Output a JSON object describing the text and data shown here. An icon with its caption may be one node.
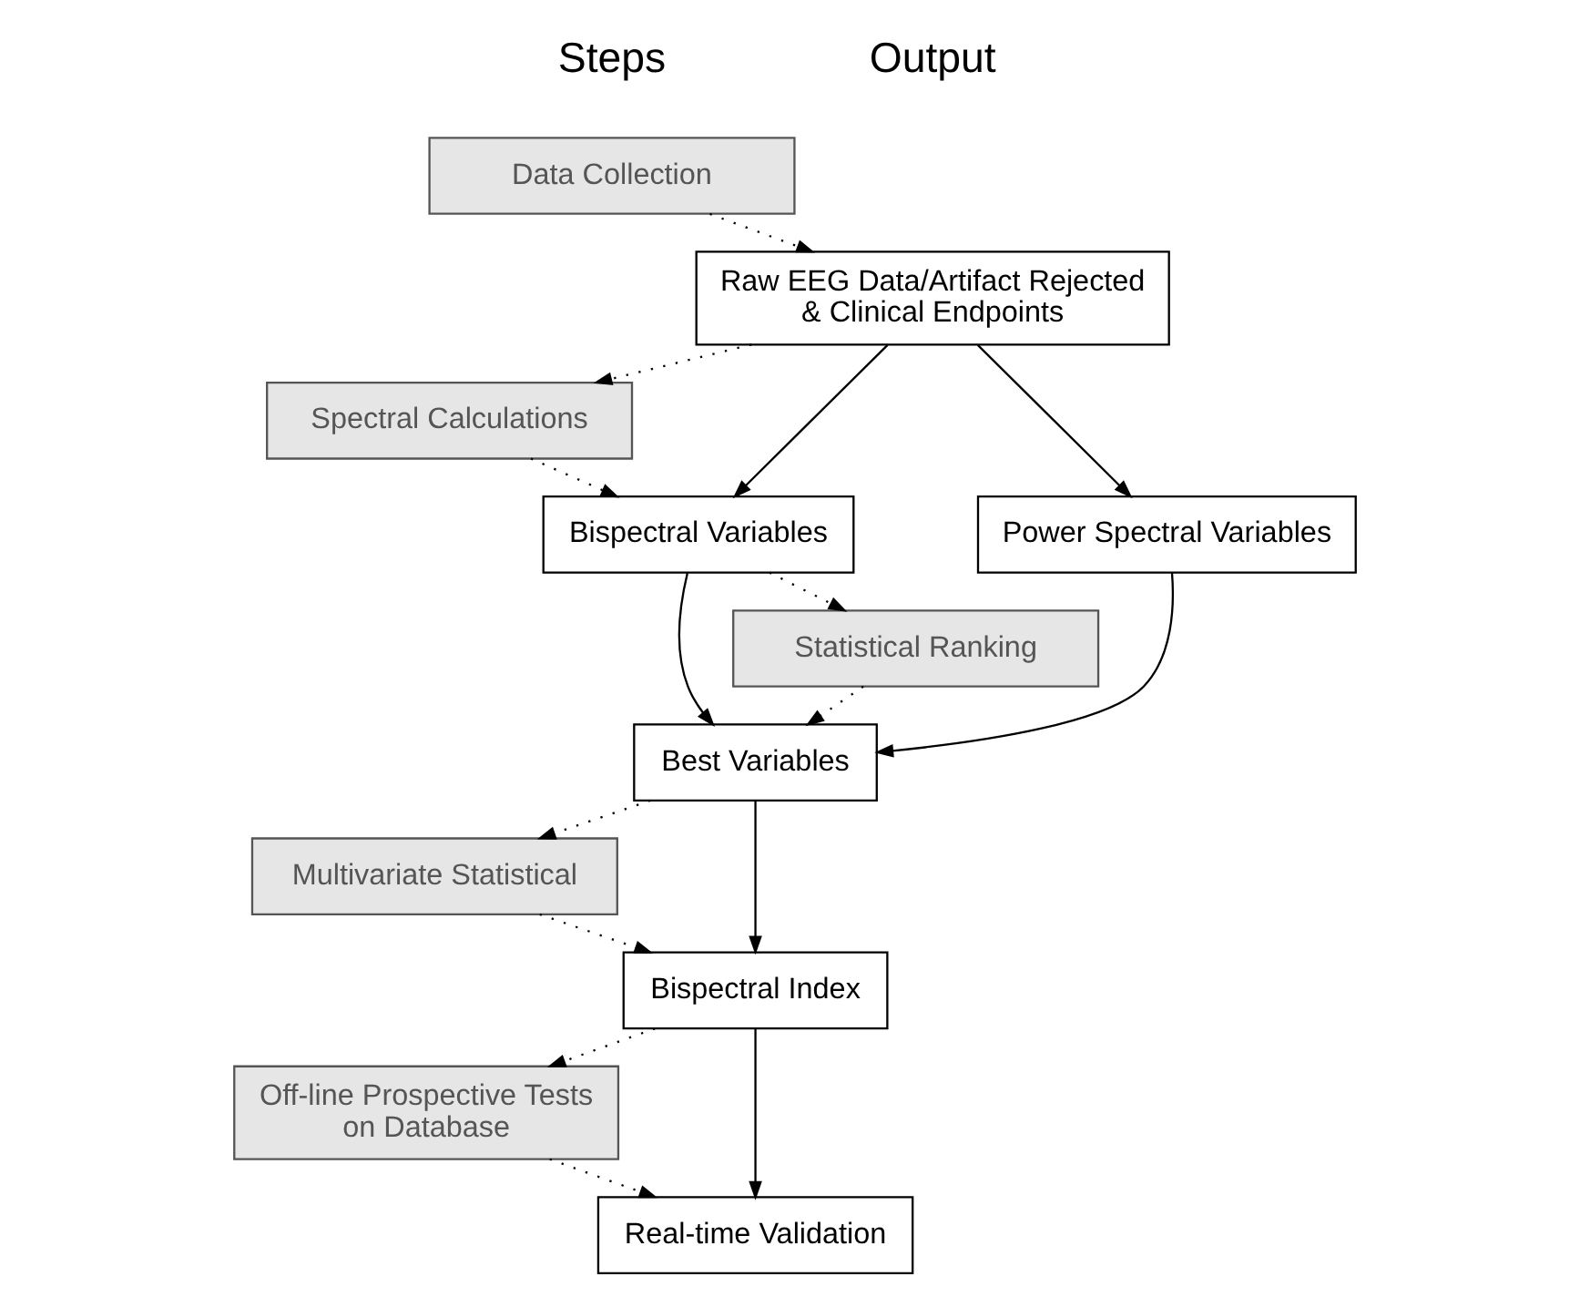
{
  "diagram": {
    "nodes": [
      {
        "text": [
          "Data Collection"
        ]
      },
      {
        "text": [
          "Raw EEG Data/Artifact Rejected & Clinical Endpoints"
        ]
      },
      {
        "text": [
          "Spectral Calculations"
        ]
      },
      {
        "text": [
          "Bispectral Variables"
        ]
      },
      {
        "text": [
          "Power Spectral Variables"
        ]
      },
      {
        "text": [
          "Statistical Ranking"
        ]
      },
      {
        "text": [
          "Best Variables"
        ]
      },
      {
        "text": [
          "Multivariate Statistical"
        ]
      },
      {
        "text": [
          "Bispectral Index"
        ]
      },
      {
        "text": [
          "Off-line Prospective Tests on Database"
        ]
      },
      {
        "text": [
          "Real-time Validation"
        ]
      }
    ],
    "edges": [
      {
        "from": 0,
        "to": 1,
        "arrow": "to",
        "style": "dashed"
      },
      {
        "from": 1,
        "to": 2,
        "arrow": "to",
        "style": "dashed"
      },
      {
        "from": 2,
        "to": 3,
        "arrow": "to",
        "style": "dashed"
      },
      {
        "from": 3,
        "to": 5,
        "arrow": "to",
        "style": "dashed"
      },
      {
        "from": 5,
        "to": 6,
        "arrow": "to",
        "style": "dashed"
      },
      {
        "from": 6,
        "to": 7,
        "arrow": "to",
        "style": "dashed"
      },
      {
        "from": 7,
        "to": 8,
        "arrow": "to",
        "style": "dashed"
      },
      {
        "from": 8,
        "to": 9,
        "arrow": "to",
        "style": "dashed"
      },
      {
        "from": 9,
        "to": 10,
        "arrow": "to",
        "style": "dashed"
      },
      {
        "from": 1,
        "to": 3,
        "arrow": "to"
      },
      {
        "from": 1,
        "to": 4,
        "arrow": "to"
      },
      {
        "from": 3,
        "to": 6,
        "arrow": "to"
      },
      {
        "from": 4,
        "to": 6,
        "arrow": "to"
      },
      {
        "from": 6,
        "to": 8,
        "arrow": "to"
      },
      {
        "from": 8,
        "to": 10,
        "arrow": "to"
      }
    ],
    "labels": [
      "Steps",
      "Output"
    ]
  }
}
